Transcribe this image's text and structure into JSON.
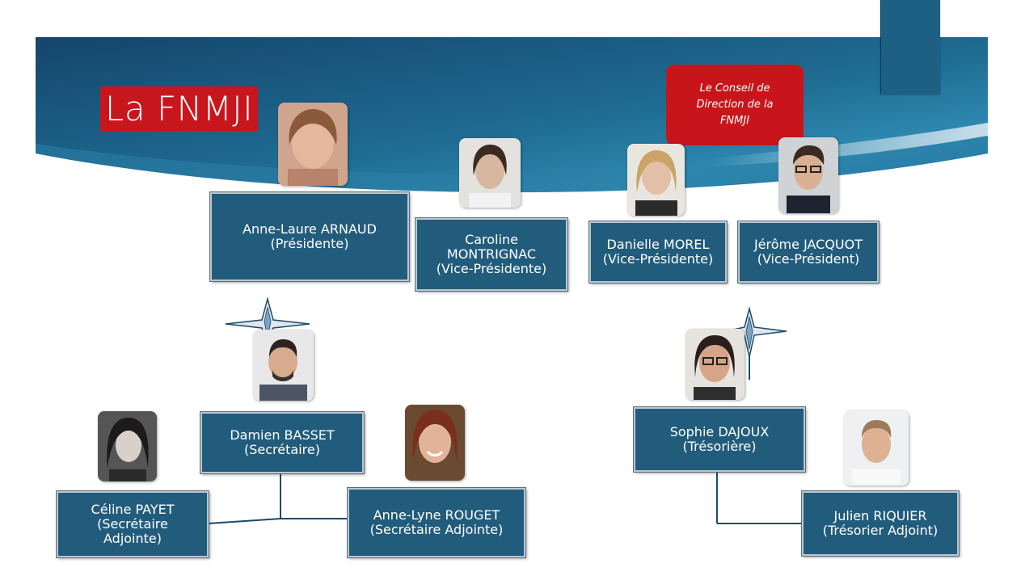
{
  "title": "La FNMJI",
  "council_label": "Le Conseil de Direction de la FNMJI",
  "colors": {
    "brand_red": "#c8161d",
    "box_blue": "#225c7c",
    "banner_dark": "#16466c",
    "banner_light": "#2d86ad"
  },
  "members": {
    "president": {
      "name": "Anne-Laure ARNAUD",
      "role": "(Présidente)"
    },
    "vp1": {
      "name": "Caroline MONTRIGNAC",
      "role": "(Vice-Présidente)"
    },
    "vp2": {
      "name": "Danielle MOREL",
      "role": "(Vice-Présidente)"
    },
    "vp3": {
      "name": "Jérôme JACQUOT",
      "role": "(Vice-Président)"
    },
    "secretary": {
      "name": "Damien BASSET",
      "role": "(Secrétaire)"
    },
    "sec_adj1": {
      "name": "Céline PAYET",
      "role": "(Secrétaire Adjointe)"
    },
    "sec_adj2": {
      "name": "Anne-Lyne ROUGET",
      "role": "(Secrétaire Adjointe)"
    },
    "treasurer": {
      "name": "Sophie DAJOUX",
      "role": "(Trésorière)"
    },
    "treas_adj": {
      "name": "Julien RIQUIER",
      "role": "(Trésorier Adjoint)"
    }
  }
}
